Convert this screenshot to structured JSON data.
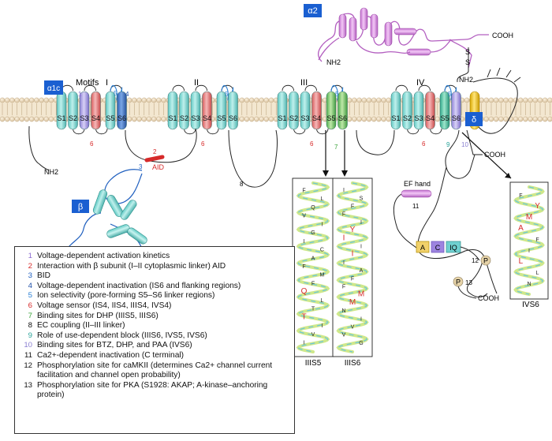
{
  "subunits": {
    "alpha2": "α2",
    "alpha1c": "α1c",
    "beta": "β",
    "delta": "δ"
  },
  "motifs": {
    "label": "Motifs",
    "domains": [
      "I",
      "II",
      "III",
      "IV"
    ]
  },
  "segments": [
    "S1",
    "S2",
    "S3",
    "S4",
    "S5",
    "S6"
  ],
  "termini": {
    "nh2": "NH2",
    "cooh": "COOH"
  },
  "aid_label": "AID",
  "ef_hand": "EF hand",
  "motif_boxes": [
    "A",
    "C",
    "IQ"
  ],
  "phospho": [
    "P",
    "P"
  ],
  "disulfide": [
    "S",
    "S"
  ],
  "numbers": [
    "1",
    "2",
    "3",
    "4",
    "5",
    "6",
    "7",
    "8",
    "9",
    "10",
    "11",
    "12",
    "13"
  ],
  "helices": [
    {
      "label": "IIIS5",
      "residues": [
        "F",
        "L",
        "Q",
        "V",
        "I",
        "G",
        "I",
        "C",
        "A",
        "F",
        "M",
        "F",
        "Q",
        "L",
        "T",
        "T",
        "I",
        "V",
        "I"
      ],
      "red": [
        12,
        15
      ]
    },
    {
      "label": "IIIS6",
      "residues": [
        "I",
        "S",
        "F",
        "F",
        "I",
        "Y",
        "I",
        "I",
        "I",
        "I",
        "A",
        "F",
        "F",
        "M",
        "M",
        "N",
        "I",
        "V",
        "V",
        "G"
      ],
      "red": [
        5,
        6,
        8,
        13,
        14
      ]
    },
    {
      "label": "IVS6",
      "residues": [
        "F",
        "Y",
        "M",
        "A",
        "F",
        "I",
        "L",
        "L",
        "N"
      ],
      "red": [
        1,
        2,
        3,
        6
      ]
    }
  ],
  "legend": [
    {
      "n": "1",
      "color": "#8c6bd1",
      "text": "Voltage-dependent activation kinetics"
    },
    {
      "n": "2",
      "color": "#d62a2a",
      "text": "Interaction with β subunit (I–II cytoplasmic linker) AID"
    },
    {
      "n": "3",
      "color": "#1f5fbf",
      "text": "BID"
    },
    {
      "n": "4",
      "color": "#1f4fa8",
      "text": "Voltage-dependent inactivation (IS6 and flanking regions)"
    },
    {
      "n": "5",
      "color": "#2a7fd4",
      "text": "Ion selectivity (pore-forming S5–S6 linker regions)"
    },
    {
      "n": "6",
      "color": "#d62a2a",
      "text": "Voltage sensor (IS4, IIS4, IIIS4, IVS4)"
    },
    {
      "n": "7",
      "color": "#3aa33a",
      "text": "Binding sites for DHP (IIIS5, IIIS6)"
    },
    {
      "n": "8",
      "color": "#111111",
      "text": "EC coupling (II–III linker)"
    },
    {
      "n": "9",
      "color": "#2aa39a",
      "text": "Role of use-dependent block (IIIS6, IVS5, IVS6)"
    },
    {
      "n": "10",
      "color": "#8a7fd1",
      "text": "Binding sites for BTZ, DHP, and PAA (IVS6)"
    },
    {
      "n": "11",
      "color": "#111111",
      "text": "Ca2+-dependent inactivation (C terminal)"
    },
    {
      "n": "12",
      "color": "#111111",
      "text": "Phosphorylation site for caMKII (determines Ca2+ channel current facilitation and channel open probability)"
    },
    {
      "n": "13",
      "color": "#111111",
      "text": "Phosphorylation site for PKA (S1928: AKAP; A-kinase–anchoring protein)"
    }
  ]
}
